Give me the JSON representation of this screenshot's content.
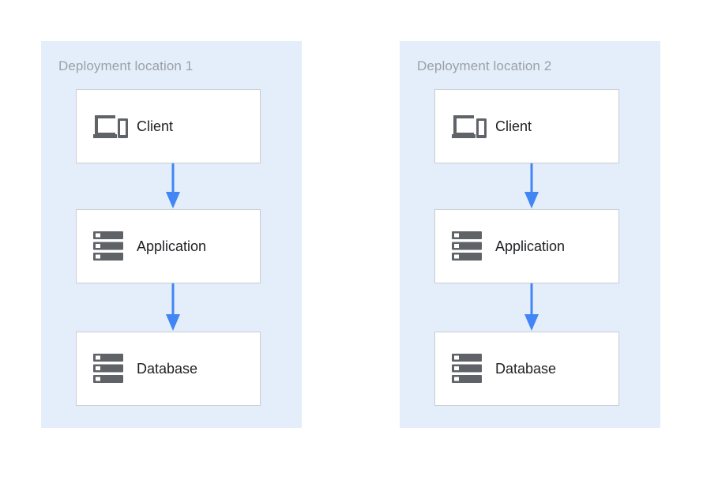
{
  "diagram": {
    "title": "",
    "background_color": "#ffffff",
    "zone_fill_color": "#e4eefa",
    "node_fill_color": "#ffffff",
    "node_border_color": "#c9ccd1",
    "icon_color": "#5f6368",
    "arrow_color": "#4285f4",
    "label_color": "#202124",
    "zone_title_color": "#9aa0a6",
    "zones": [
      {
        "title": "Deployment location 1",
        "nodes": [
          {
            "label": "Client",
            "icon": "devices-icon"
          },
          {
            "label": "Application",
            "icon": "server-icon"
          },
          {
            "label": "Database",
            "icon": "server-icon"
          }
        ],
        "arrows": [
          {
            "from": "Client",
            "to": "Application"
          },
          {
            "from": "Application",
            "to": "Database"
          }
        ]
      },
      {
        "title": "Deployment location 2",
        "nodes": [
          {
            "label": "Client",
            "icon": "devices-icon"
          },
          {
            "label": "Application",
            "icon": "server-icon"
          },
          {
            "label": "Database",
            "icon": "server-icon"
          }
        ],
        "arrows": [
          {
            "from": "Client",
            "to": "Application"
          },
          {
            "from": "Application",
            "to": "Database"
          }
        ]
      }
    ]
  }
}
